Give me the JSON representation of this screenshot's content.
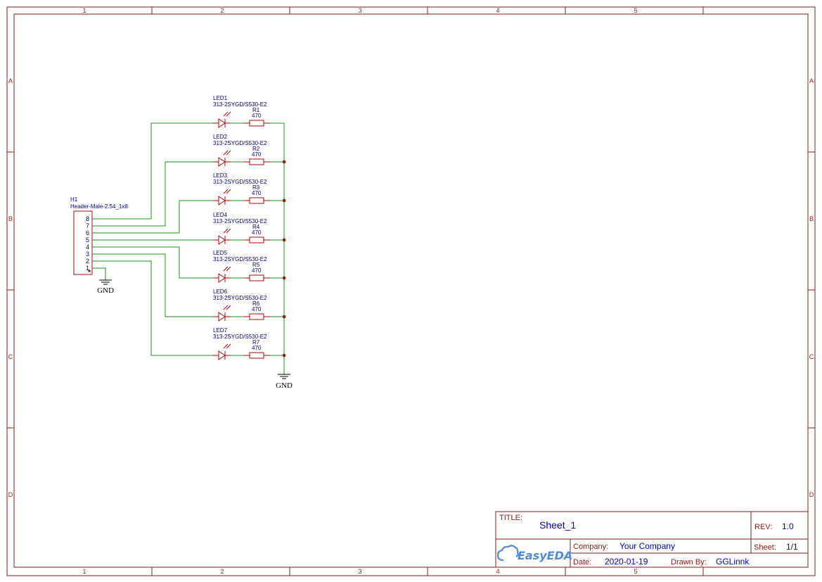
{
  "frame": {
    "columns": [
      "1",
      "2",
      "3",
      "4",
      "5"
    ],
    "rows": [
      "A",
      "B",
      "C",
      "D"
    ]
  },
  "connector": {
    "designator": "H1",
    "name": "Header-Male-2.54_1x8",
    "pins": [
      "8",
      "7",
      "6",
      "5",
      "4",
      "3",
      "2",
      "1"
    ]
  },
  "channels": [
    {
      "led": "LED1",
      "led_part": "313-2SYGD/S530-E2",
      "resistor": "R1",
      "value": "470"
    },
    {
      "led": "LED2",
      "led_part": "313-2SYGD/S530-E2",
      "resistor": "R2",
      "value": "470"
    },
    {
      "led": "LED3",
      "led_part": "313-2SYGD/S530-E2",
      "resistor": "R3",
      "value": "470"
    },
    {
      "led": "LED4",
      "led_part": "313-2SYGD/S530-E2",
      "resistor": "R4",
      "value": "470"
    },
    {
      "led": "LED5",
      "led_part": "313-2SYGD/S530-E2",
      "resistor": "R5",
      "value": "470"
    },
    {
      "led": "LED6",
      "led_part": "313-2SYGD/S530-E2",
      "resistor": "R6",
      "value": "470"
    },
    {
      "led": "LED7",
      "led_part": "313-2SYGD/S530-E2",
      "resistor": "R7",
      "value": "470"
    }
  ],
  "ground": {
    "connector_label": "GND",
    "bus_label": "GND"
  },
  "title_block": {
    "title_key": "TITLE:",
    "title": "Sheet_1",
    "rev_key": "REV:",
    "rev": "1.0",
    "company_key": "Company:",
    "company": "Your Company",
    "sheet_key": "Sheet:",
    "sheet": "1/1",
    "date_key": "Date:",
    "date": "2020-01-19",
    "drawn_key": "Drawn By:",
    "drawn_by": "GGLinnk",
    "logo_text": "EasyEDA"
  },
  "colors": {
    "frame": "#8b1a1a",
    "wire": "#119911",
    "part": "#b30000",
    "label": "#000080",
    "value": "#0000cc",
    "logo": "#4f8bd6"
  }
}
